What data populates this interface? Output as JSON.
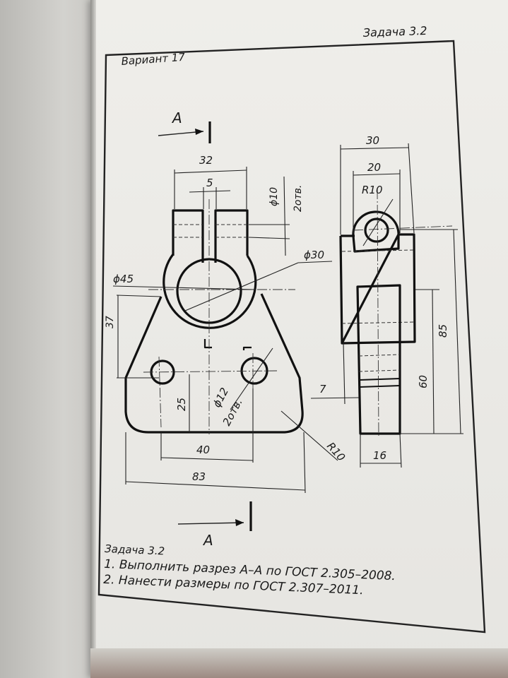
{
  "header": {
    "variant": "Вариант 17",
    "task": "Задача 3.2"
  },
  "section_marks": {
    "top": "A",
    "bottom": "A"
  },
  "dimensions": {
    "d32": "32",
    "d5": "5",
    "d_phi10": "ϕ10",
    "d_2otv_top": "2отв.",
    "d_phi30": "ϕ30",
    "d_phi45": "ϕ45",
    "d37": "37",
    "d25": "25",
    "d_phi12": "ϕ12",
    "d_2otv_bottom": "2отв.",
    "d40": "40",
    "d83": "83",
    "d_r10_front": "R10",
    "d30": "30",
    "d20": "20",
    "d_r10_side": "R10",
    "d85": "85",
    "d60": "60",
    "d7": "7",
    "d16": "16"
  },
  "instructions": {
    "title": "Задача 3.2",
    "line1": "1. Выполнить разрез А–А по ГОСТ 2.305–2008.",
    "line2": "2. Нанести размеры по ГОСТ 2.307–2011."
  }
}
